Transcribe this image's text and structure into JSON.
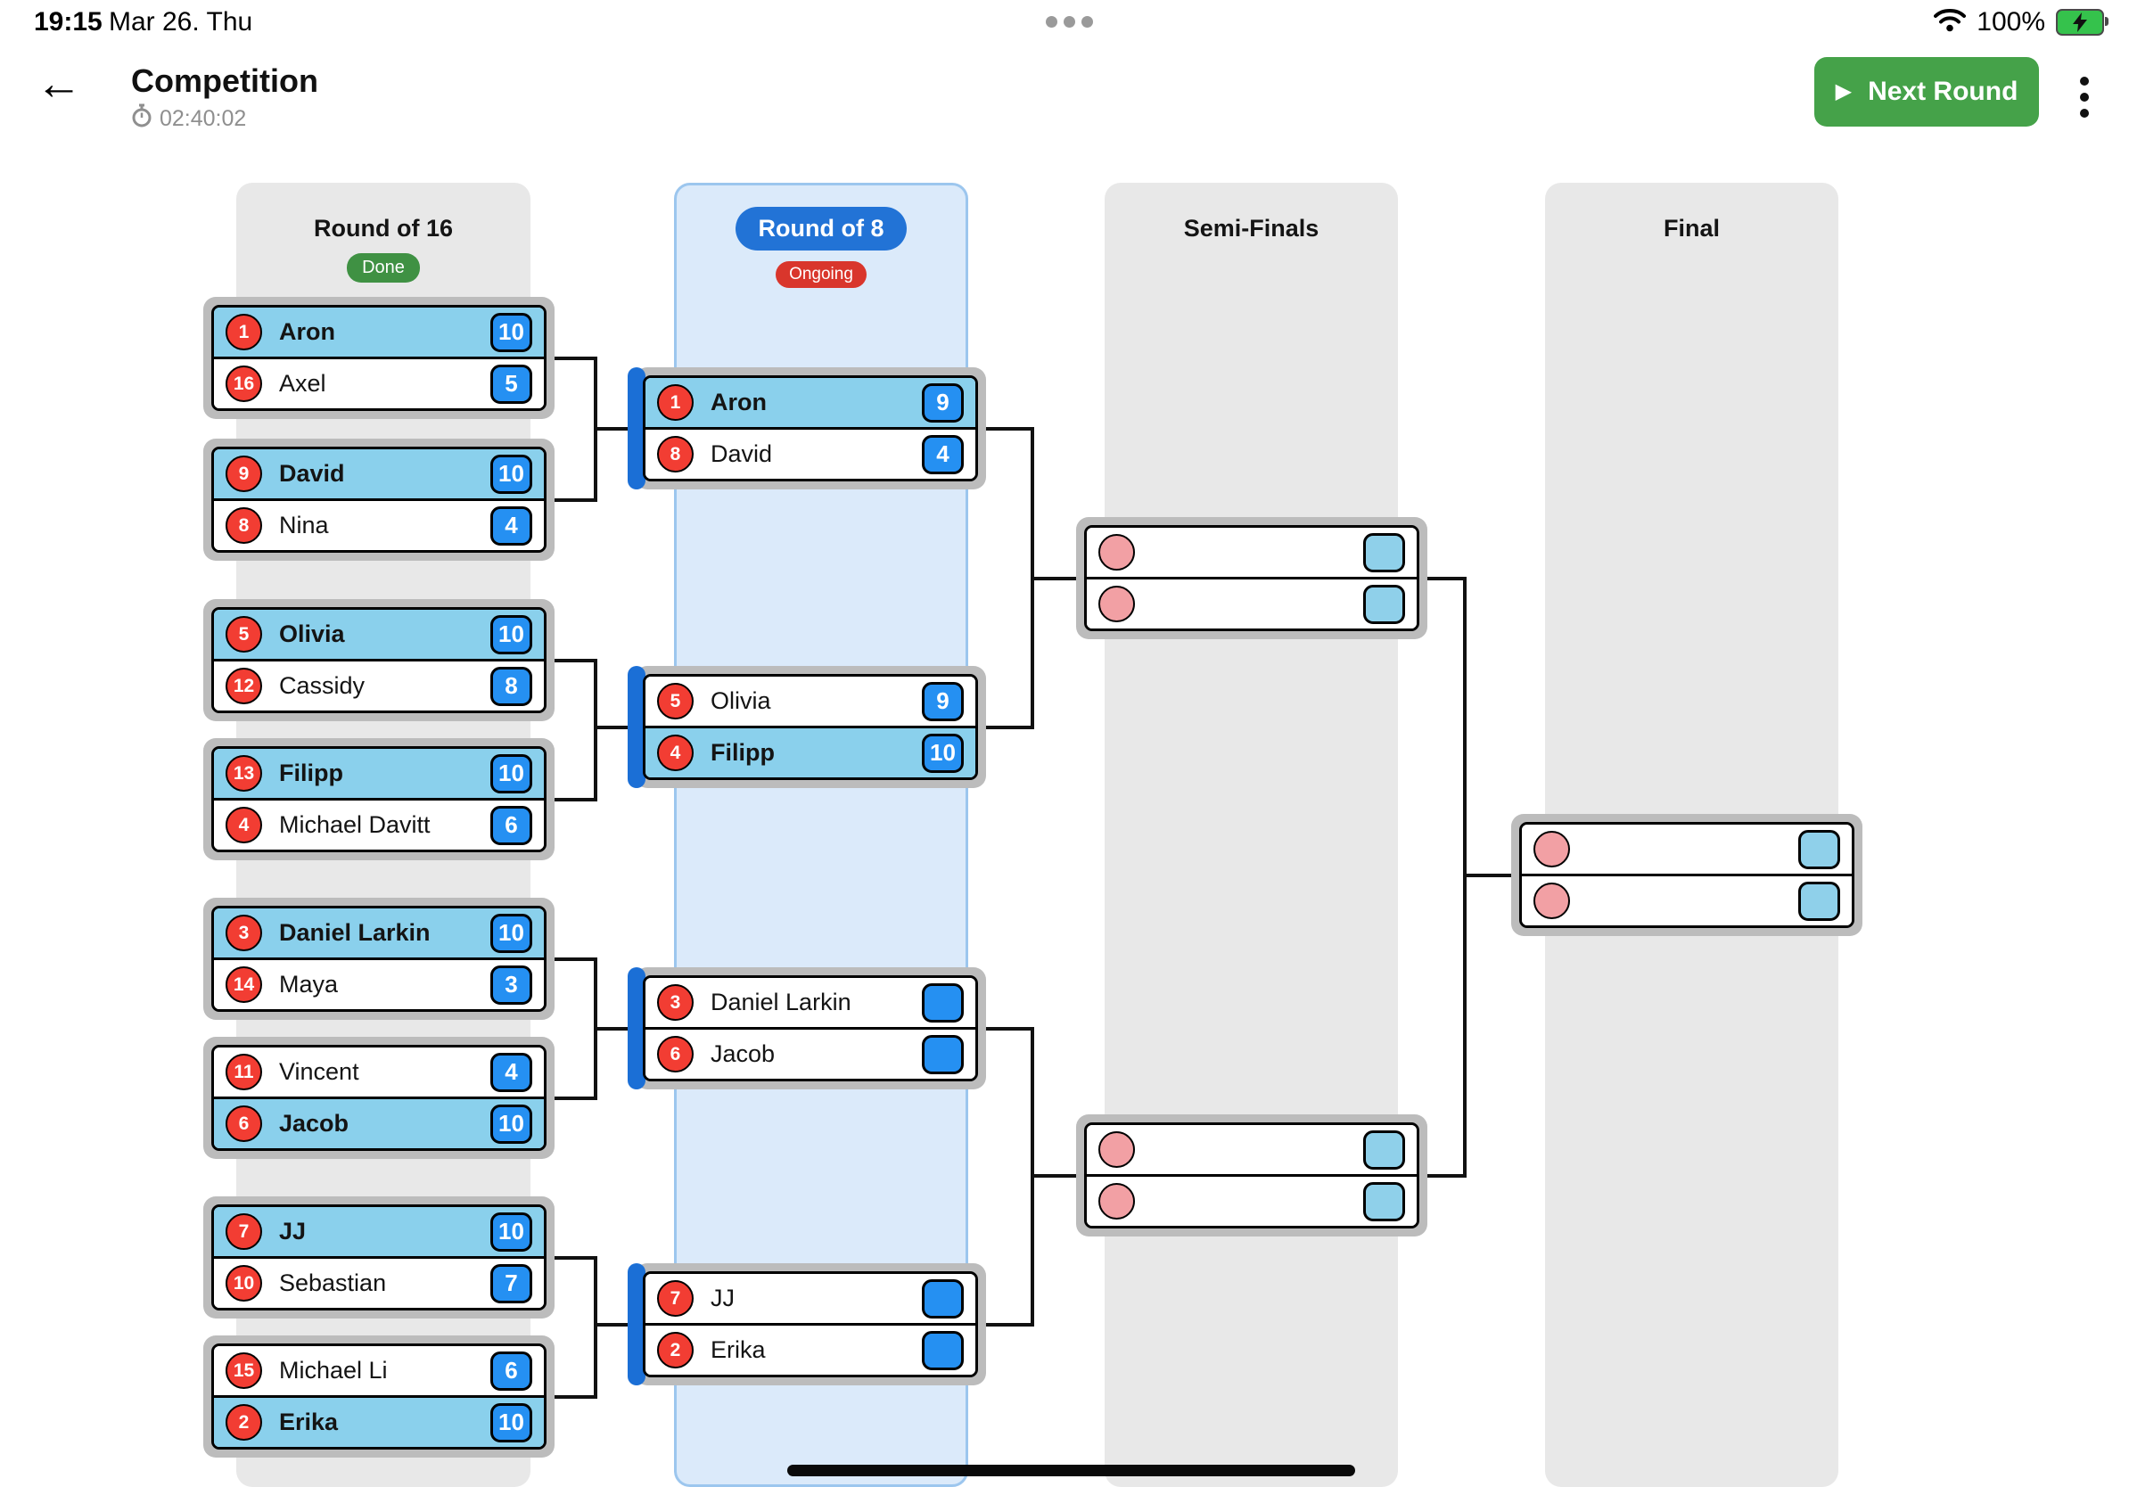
{
  "status_bar": {
    "time": "19:15",
    "date": "Mar 26. Thu",
    "battery_percent": "100%"
  },
  "header": {
    "title": "Competition",
    "timer": "02:40:02",
    "next_round_label": "Next Round"
  },
  "bracket": {
    "rounds": [
      {
        "name": "Round of 16",
        "status_badge": "Done",
        "matches": [
          {
            "players": [
              {
                "seed": "1",
                "name": "Aron",
                "score": "10",
                "highlight": true
              },
              {
                "seed": "16",
                "name": "Axel",
                "score": "5",
                "highlight": false
              }
            ]
          },
          {
            "players": [
              {
                "seed": "9",
                "name": "David",
                "score": "10",
                "highlight": true
              },
              {
                "seed": "8",
                "name": "Nina",
                "score": "4",
                "highlight": false
              }
            ]
          },
          {
            "players": [
              {
                "seed": "5",
                "name": "Olivia",
                "score": "10",
                "highlight": true
              },
              {
                "seed": "12",
                "name": "Cassidy",
                "score": "8",
                "highlight": false
              }
            ]
          },
          {
            "players": [
              {
                "seed": "13",
                "name": "Filipp",
                "score": "10",
                "highlight": true
              },
              {
                "seed": "4",
                "name": "Michael Davitt",
                "score": "6",
                "highlight": false
              }
            ]
          },
          {
            "players": [
              {
                "seed": "3",
                "name": "Daniel Larkin",
                "score": "10",
                "highlight": true
              },
              {
                "seed": "14",
                "name": "Maya",
                "score": "3",
                "highlight": false
              }
            ]
          },
          {
            "players": [
              {
                "seed": "11",
                "name": "Vincent",
                "score": "4",
                "highlight": false
              },
              {
                "seed": "6",
                "name": "Jacob",
                "score": "10",
                "highlight": true
              }
            ]
          },
          {
            "players": [
              {
                "seed": "7",
                "name": "JJ",
                "score": "10",
                "highlight": true
              },
              {
                "seed": "10",
                "name": "Sebastian",
                "score": "7",
                "highlight": false
              }
            ]
          },
          {
            "players": [
              {
                "seed": "15",
                "name": "Michael Li",
                "score": "6",
                "highlight": false
              },
              {
                "seed": "2",
                "name": "Erika",
                "score": "10",
                "highlight": true
              }
            ]
          }
        ]
      },
      {
        "name": "Round of 8",
        "status_badge": "Ongoing",
        "matches": [
          {
            "ongoing": true,
            "players": [
              {
                "seed": "1",
                "name": "Aron",
                "score": "9",
                "highlight": true
              },
              {
                "seed": "8",
                "name": "David",
                "score": "4",
                "highlight": false
              }
            ]
          },
          {
            "ongoing": true,
            "players": [
              {
                "seed": "5",
                "name": "Olivia",
                "score": "9",
                "highlight": false
              },
              {
                "seed": "4",
                "name": "Filipp",
                "score": "10",
                "highlight": true
              }
            ]
          },
          {
            "ongoing": true,
            "players": [
              {
                "seed": "3",
                "name": "Daniel Larkin",
                "score": "",
                "highlight": false
              },
              {
                "seed": "6",
                "name": "Jacob",
                "score": "",
                "highlight": false
              }
            ]
          },
          {
            "ongoing": true,
            "players": [
              {
                "seed": "7",
                "name": "JJ",
                "score": "",
                "highlight": false
              },
              {
                "seed": "2",
                "name": "Erika",
                "score": "",
                "highlight": false
              }
            ]
          }
        ]
      },
      {
        "name": "Semi-Finals",
        "status_badge": "",
        "matches": [
          {
            "players": [
              {
                "placeholder": true
              },
              {
                "placeholder": true
              }
            ]
          },
          {
            "players": [
              {
                "placeholder": true
              },
              {
                "placeholder": true
              }
            ]
          }
        ]
      },
      {
        "name": "Final",
        "status_badge": "",
        "matches": [
          {
            "players": [
              {
                "placeholder": true
              },
              {
                "placeholder": true
              }
            ]
          }
        ]
      }
    ]
  },
  "colors": {
    "winner_row_blue": "#8ad0ec",
    "score_badge_blue": "#2590f2",
    "seed_red": "#f23d33",
    "round_pill_blue": "#2273d6",
    "ongoing_stripe_blue": "#1b6fd6",
    "done_green": "#3f9143",
    "ongoing_red": "#d9362c",
    "next_round_green": "#45a249",
    "battery_green": "#35c24c",
    "placeholder_pink": "#f2a0a4",
    "placeholder_blue": "#8fd0ea",
    "column_gray": "#e8e8e8",
    "ongoing_column_blue": "#dbeafa"
  }
}
